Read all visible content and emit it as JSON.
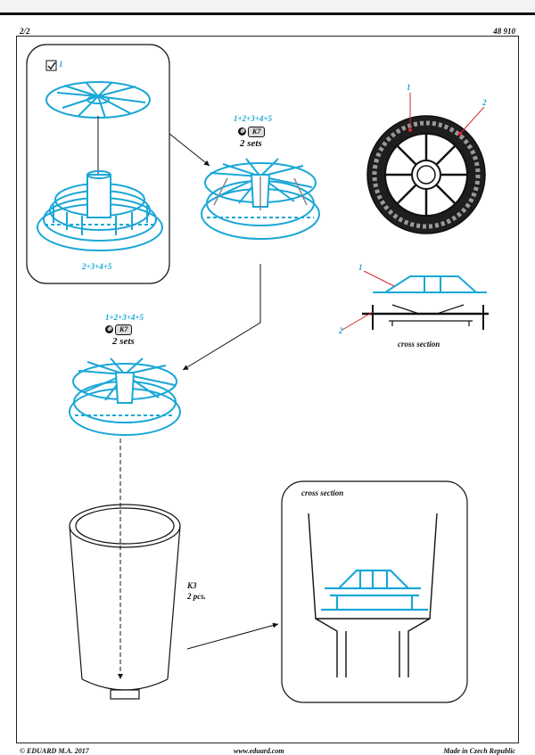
{
  "header": {
    "page": "2/2",
    "code": "48 910"
  },
  "panel1": {
    "step": "1",
    "part_label": "2+3+4+5"
  },
  "step2": {
    "parts": "1+2+3+4+5",
    "kit_part": "K7",
    "sets": "2 sets"
  },
  "step3": {
    "parts": "1+2+3+4+5",
    "kit_part": "K7",
    "sets": "2 sets"
  },
  "wheel_view": {
    "callout1": "1",
    "callout2": "2"
  },
  "section_view": {
    "callout1": "1",
    "callout2": "2",
    "caption": "cross section"
  },
  "cylinder": {
    "part": "K3",
    "qty": "2 pcs."
  },
  "inset": {
    "caption": "cross section"
  },
  "footer": {
    "copyright": "© EDUARD  M.A. 2017",
    "website": "www.eduard.com",
    "origin": "Made in Czech Republic"
  },
  "colors": {
    "etched": "#1aa7d6",
    "outline": "#111111",
    "callout": "#d8262c"
  }
}
